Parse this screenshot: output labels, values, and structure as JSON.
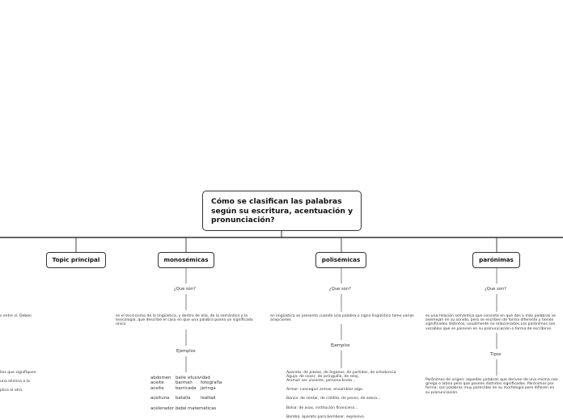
{
  "central": "Cómo se clasifican las  palabras según su escritura, acentuación y pronunciación?",
  "topics": {
    "topic_principal": "Topic principal",
    "monosemicas": "monosémicas",
    "polisemicas": "polisémicas",
    "paronimas": "parónimas"
  },
  "left_fragments": {
    "f1": "s entre sí. Deben",
    "f2": "llos que signifiquen",
    "f3": "una elimina a la",
    "f4": "plica al otro."
  },
  "monosemicas": {
    "q": "¿Que son?",
    "definition": "es el tecnicismo de la lingüística, y dentro de ella, de la semántica y la lexicología, que describe el caso en que una palabra posea un significado único",
    "examples_label": "Ejemplos",
    "examples": [
      [
        "abdomen",
        "baile",
        "efusividad"
      ],
      [
        "aceite",
        "barman",
        "fotografía"
      ],
      [
        "aceite",
        "barricada",
        "jeringa"
      ],
      [
        "aceituna",
        "batalla",
        "lealtad"
      ],
      [
        "acelerador",
        "bebé",
        "matemáticas"
      ]
    ]
  },
  "polisemicas": {
    "q": "¿Que son?",
    "definition": "en lingüística se presenta cuando una palabra o signo lingüístico tiene varias acepciones",
    "examples_label": "Ejemplos",
    "examples": [
      "Aparato: de piezas, de órganos, de partidos, de ortodoncia.",
      "Aguja: de coser, de jeringuilla, de reloj.",
      "Animal: ser viviente, persona bruta...",
      "Armar: conseguir armas, ensamblar algo.",
      "Banco: de sentar, de crédito, de peces, de arena...",
      "Bolsa: de asas, institución financiera...",
      "Bomba: aparato para bombear, explosivo."
    ]
  },
  "paronimas": {
    "q": "¿Que son?",
    "definition": "es una relación semántica que consiste en que dos o más palabras se asemejan en su sonido, pero se escriben de forma diferente y tienen significados distintos, usualmente no relacionados.Los parónimos son vocablos que se parecen en su pronunciación o forma de escribirse.",
    "types_label": "Tipos",
    "types_text": "Parónimos de origen: aquellas palabras que derivan de una misma raíz griega o latina pero que poseen distintos significados. Parónimos por forma: son palabras muy parecidas en su morfología pero difieren en su pronunciación."
  },
  "colors": {
    "line": "#333333",
    "box_border": "#333333",
    "background": "#ffffff"
  }
}
